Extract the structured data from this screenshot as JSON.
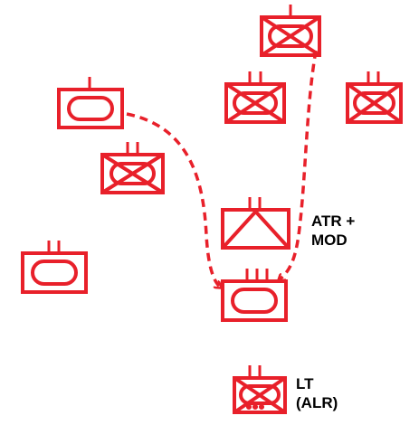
{
  "colors": {
    "symbol": "#e8202a",
    "text": "#000000",
    "background": "#ffffff"
  },
  "symbols": [
    {
      "id": "armored-platoon-top-right-icon",
      "type": "armored-infantry-platoon"
    },
    {
      "id": "armored-platoon-upper-middle-icon",
      "type": "armored-infantry-platoon"
    },
    {
      "id": "armored-platoon-far-right-icon",
      "type": "armored-infantry-platoon"
    },
    {
      "id": "armor-platoon-left-icon",
      "type": "armor-platoon"
    },
    {
      "id": "armored-platoon-left-icon",
      "type": "armored-infantry-platoon"
    },
    {
      "id": "armor-platoon-far-left-icon",
      "type": "armor-platoon"
    },
    {
      "id": "antitank-platoon-icon",
      "type": "antitank-platoon"
    },
    {
      "id": "armor-platoon-assembly-icon",
      "type": "armor-platoon"
    },
    {
      "id": "light-armored-recon-platoon-icon",
      "type": "light-armored-recon-platoon"
    }
  ],
  "labels": {
    "atr_mod": [
      "ATR +",
      "MOD"
    ],
    "lt_alr": [
      "LT",
      "(ALR)"
    ]
  },
  "arrows": [
    {
      "id": "movement-arrow-left",
      "style": "dashed"
    },
    {
      "id": "movement-arrow-right",
      "style": "dashed"
    }
  ]
}
